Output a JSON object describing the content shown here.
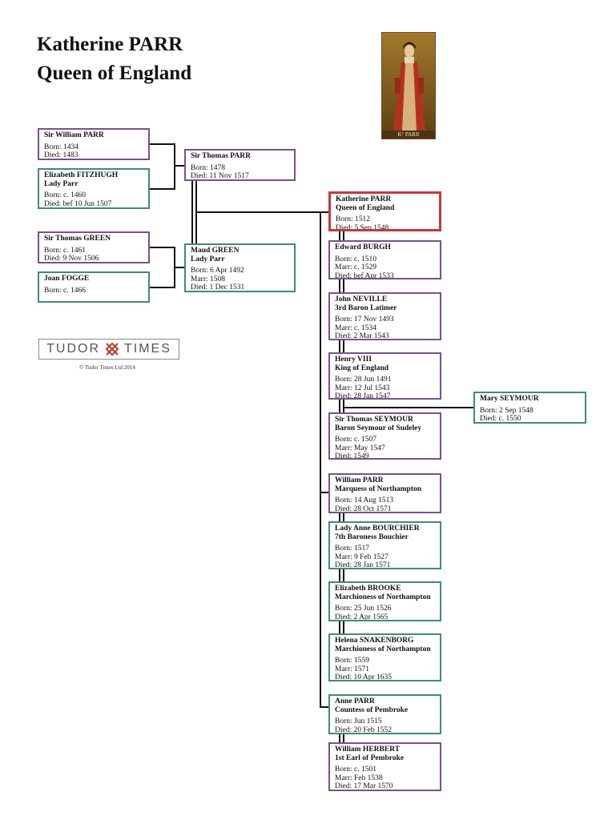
{
  "page": {
    "title_line1": "Katherine PARR",
    "title_line2": "Queen of England"
  },
  "portrait": {
    "caption": "Kᵀ PARR"
  },
  "logo": {
    "left_word": "TUDOR",
    "right_word": "TIMES",
    "copyright": "© Tudor Times Ltd 2014"
  },
  "persons": {
    "william_parr_sr": {
      "name": "Sir  William PARR",
      "born": "Born: 1434",
      "died": "Died: 1483"
    },
    "elizabeth_fitzhugh": {
      "name": "Elizabeth FITZHUGH",
      "subtitle": "Lady Parr",
      "born": "Born: c. 1460",
      "died": "Died: bef 10 Jun 1507"
    },
    "thomas_parr": {
      "name": "Sir  Thomas PARR",
      "born": "Born: 1478",
      "died": "Died: 11 Nov 1517"
    },
    "thomas_green": {
      "name": "Sir  Thomas GREEN",
      "born": "Born: c. 1461",
      "died": "Died: 9 Nov 1506"
    },
    "joan_fogge": {
      "name": "Joan FOGGE",
      "born": "Born: c. 1466"
    },
    "maud_green": {
      "name": "Maud GREEN",
      "subtitle": "Lady Parr",
      "born": "Born: 6 Apr 1492",
      "marr": "Marr: 1508",
      "died": "Died: 1 Dec 1531"
    },
    "katherine_parr": {
      "name": "Katherine PARR",
      "subtitle": "Queen of England",
      "born": "Born: 1512",
      "died": "Died: 5 Sep 1548"
    },
    "edward_burgh": {
      "name": "Edward BURGH",
      "born": "Born: c. 1510",
      "marr": "Marr: c. 1529",
      "died": "Died: bef Apr 1533"
    },
    "john_neville": {
      "name": "John NEVILLE",
      "subtitle": "3rd Baron Latimer",
      "born": "Born: 17 Nov 1493",
      "marr": "Marr: c. 1534",
      "died": "Died: 2 Mar 1543"
    },
    "henry_viii": {
      "name": "Henry VIII",
      "subtitle": "King of England",
      "born": "Born: 28 Jun 1491",
      "marr": "Marr: 12 Jul 1543",
      "died": "Died: 28 Jan 1547"
    },
    "thomas_seymour": {
      "name": "Sir Thomas SEYMOUR",
      "subtitle": "Baron Seymour of Sudeley",
      "born": "Born: c. 1507",
      "marr": "Marr: May 1547",
      "died": "Died: 1549"
    },
    "mary_seymour": {
      "name": "Mary SEYMOUR",
      "born": "Born: 2 Sep 1548",
      "died": "Died: c. 1550"
    },
    "william_parr": {
      "name": "William PARR",
      "subtitle": "Marquess of Northampton",
      "born": "Born: 14 Aug 1513",
      "died": "Died: 28 Oct 1571"
    },
    "anne_bourchier": {
      "name": "Lady Anne BOURCHIER",
      "subtitle": "7th Baroness Bouchier",
      "born": "Born: 1517",
      "marr": "Marr: 9 Feb 1527",
      "died": "Died: 28 Jan 1571"
    },
    "elizabeth_brooke": {
      "name": "Elizabeth BROOKE",
      "subtitle": "Marchioness of Northampton",
      "born": "Born: 25 Jun 1526",
      "died": "Died: 2 Apr 1565"
    },
    "helena_snakenborg": {
      "name": "Helena SNAKENBORG",
      "subtitle": "Marchioness of Northampton",
      "born": "Born: 1559",
      "marr": "Marr: 1571",
      "died": "Died: 10 Apr 1635"
    },
    "anne_parr": {
      "name": "Anne PARR",
      "subtitle": "Countess of Pembroke",
      "born": "Born: Jun 1515",
      "died": "Died: 20 Feb 1552"
    },
    "william_herbert": {
      "name": "William HERBERT",
      "subtitle": "1st Earl of Pembroke",
      "born": "Born: c. 1501",
      "marr": "Marr: Feb 1538",
      "died": "Died: 17 Mar 1570"
    }
  },
  "colors": {
    "male_border": "#7b4f8f",
    "female_border": "#3f8a80",
    "focus_border": "#c43a3a"
  }
}
